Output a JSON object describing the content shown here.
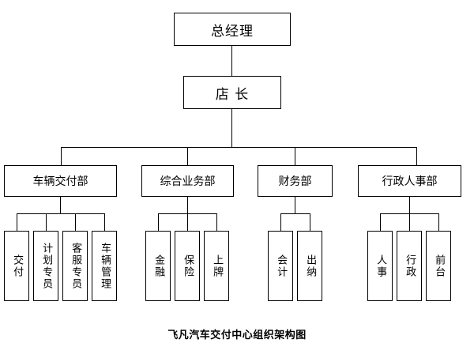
{
  "caption": "飞凡汽车交付中心组织架构图",
  "colors": {
    "background": "#ffffff",
    "border": "#000000",
    "text": "#000000",
    "connector": "#000000"
  },
  "chart_type": "org-chart",
  "nodes": {
    "general_manager": {
      "label": "总经理"
    },
    "store_manager": {
      "label": "店 长"
    },
    "departments": [
      {
        "label": "车辆交付部"
      },
      {
        "label": "综合业务部"
      },
      {
        "label": "财务部"
      },
      {
        "label": "行政人事部"
      }
    ],
    "delivery_roles": [
      {
        "label": "交付"
      },
      {
        "label": "计划专员"
      },
      {
        "label": "客服专员"
      },
      {
        "label": "车辆管理"
      }
    ],
    "business_roles": [
      {
        "label": "金融"
      },
      {
        "label": "保险"
      },
      {
        "label": "上牌"
      }
    ],
    "finance_roles": [
      {
        "label": "会计"
      },
      {
        "label": "出纳"
      }
    ],
    "hr_roles": [
      {
        "label": "人事"
      },
      {
        "label": "行政"
      },
      {
        "label": "前台"
      }
    ]
  },
  "hierarchy": {
    "root": "总经理",
    "levels": 4,
    "description": "总经理 → 店 长 → 4 departments → leaf roles"
  }
}
